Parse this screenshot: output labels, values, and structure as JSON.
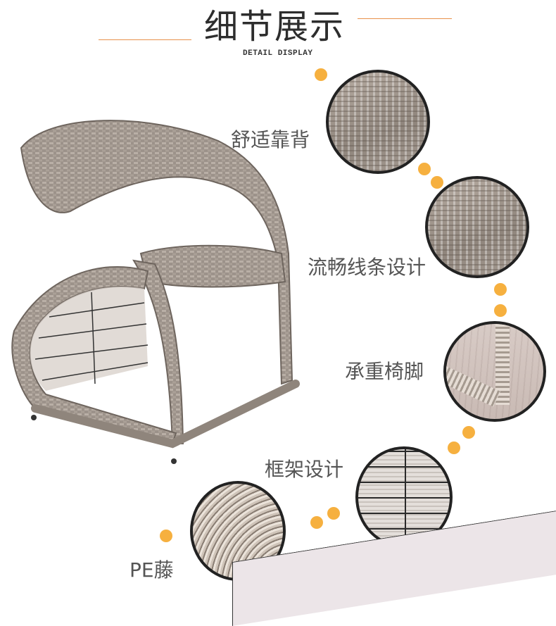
{
  "header": {
    "title": "细节展示",
    "subtitle": "DETAIL DISPLAY",
    "accent_color": "#e8914a"
  },
  "main_image": {
    "description": "grey PE rattan wicker lounge chair"
  },
  "features": [
    {
      "label": "舒适靠背",
      "detail": "backrest close-up"
    },
    {
      "label": "流畅线条设计",
      "detail": "seat edge close-up"
    },
    {
      "label": "承重椅脚",
      "detail": "chair leg close-up"
    },
    {
      "label": "框架设计",
      "detail": "frame underside close-up"
    },
    {
      "label": "PE藤",
      "detail": "PE rattan strands close-up"
    }
  ],
  "decor": {
    "dot_color": "#f6b03f",
    "circle_border_color": "#222222"
  }
}
